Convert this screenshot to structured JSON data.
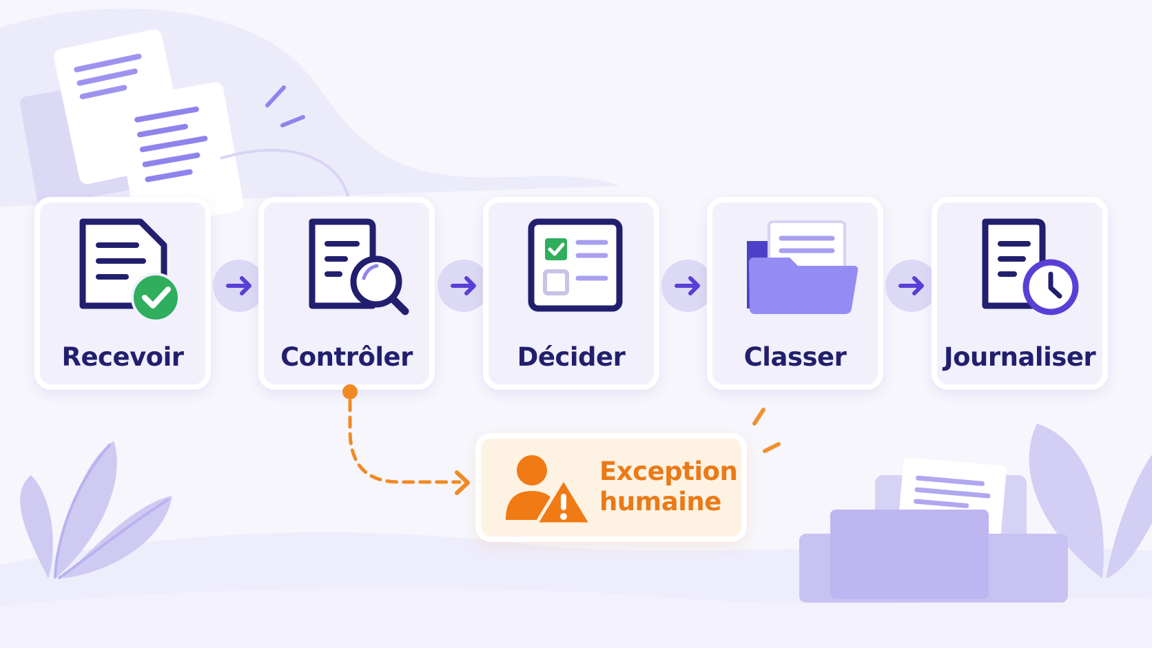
{
  "steps": [
    {
      "label": "Recevoir",
      "icon": "document-check-icon"
    },
    {
      "label": "Contrôler",
      "icon": "document-search-icon"
    },
    {
      "label": "Décider",
      "icon": "checklist-icon"
    },
    {
      "label": "Classer",
      "icon": "folder-icon"
    },
    {
      "label": "Journaliser",
      "icon": "document-clock-icon"
    }
  ],
  "exception": {
    "line1": "Exception",
    "line2": "humaine",
    "icon": "person-warning-icon"
  },
  "colors": {
    "primary": "#221f6e",
    "accent": "#6c4de0",
    "soft": "#dcd9f5",
    "success": "#2fae5e",
    "warning": "#ea7a17"
  }
}
